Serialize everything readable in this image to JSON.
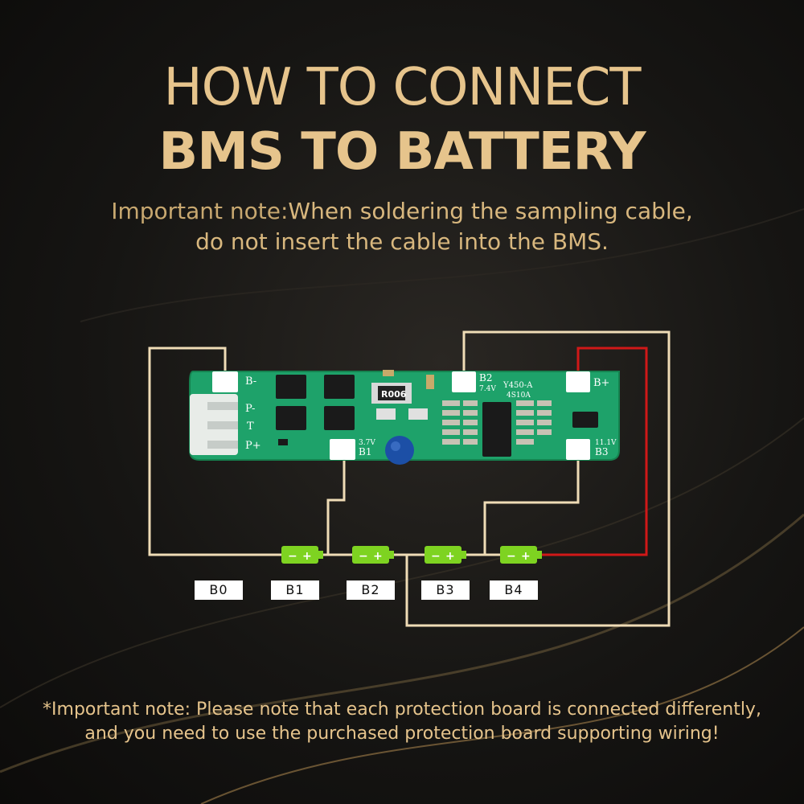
{
  "title": {
    "line1": "HOW TO CONNECT",
    "line2": "BMS TO BATTERY"
  },
  "note": {
    "label": "Important note:",
    "line1_rest": "When soldering the sampling cable,",
    "line2": "do not insert the cable into the BMS."
  },
  "board": {
    "pin_b_minus": "B-",
    "pin_p_minus": "P-",
    "pin_t": "T",
    "pin_p_plus": "P+",
    "pad_b1_voltage": "3.7V",
    "pad_b1": "B1",
    "pad_b2": "B2",
    "pad_b2_voltage": "7.4V",
    "model": "Y450-A",
    "model_sub": "4S10A",
    "pad_b_plus": "B+",
    "pad_b3_voltage": "11.1V",
    "pad_b3": "B3",
    "resistor": "R006"
  },
  "cells": [
    "B0",
    "B1",
    "B2",
    "B3",
    "B4"
  ],
  "cell_symbol_minus": "−",
  "cell_symbol_plus": "+",
  "colors": {
    "gold": "#e6c48c",
    "wire": "#efdcb6",
    "red_wire": "#d01818",
    "board_green": "#1ea26a",
    "cell_green": "#7ed321"
  },
  "bottom_note": {
    "line1": "*Important note: Please note that each protection board is connected differently,",
    "line2": "and you need to use the purchased protection board supporting wiring!"
  }
}
